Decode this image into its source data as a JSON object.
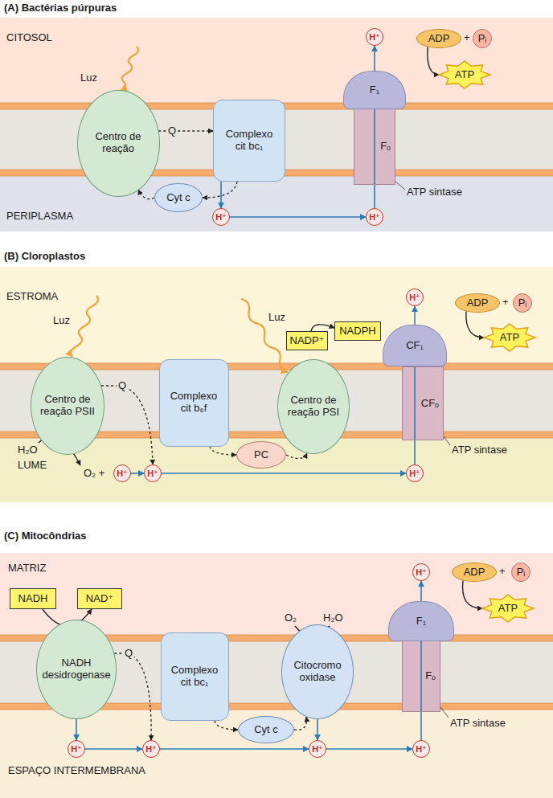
{
  "diagram": {
    "nodes": [
      {
        "text": [
          "H⁺"
        ]
      },
      {
        "text": [
          "ADP"
        ]
      },
      {
        "text": [
          "Pᵢ"
        ]
      },
      {
        "text": [
          "ATP"
        ]
      },
      {
        "text": [
          "F₁"
        ]
      },
      {
        "text": [
          "Centro de reação"
        ]
      },
      {
        "text": [
          "Complexo cit bc₁"
        ]
      },
      {
        "text": [
          "Fₒ"
        ]
      },
      {
        "text": [
          "Cyt c"
        ]
      },
      {
        "text": [
          "H⁺"
        ]
      },
      {
        "text": [
          "H⁺"
        ]
      },
      {
        "text": [
          "H⁺"
        ]
      },
      {
        "text": [
          "ADP"
        ]
      },
      {
        "text": [
          "Pᵢ"
        ]
      },
      {
        "text": [
          "NADP⁺"
        ]
      },
      {
        "text": [
          "NADPH"
        ]
      },
      {
        "text": [
          "ATP"
        ]
      },
      {
        "text": [
          "CF₁"
        ]
      },
      {
        "text": [
          "Centro de reação PSII"
        ]
      },
      {
        "text": [
          "Complexo cit b₆f"
        ]
      },
      {
        "text": [
          "Centro de reação PSI"
        ]
      },
      {
        "text": [
          "CFₒ"
        ]
      },
      {
        "text": [
          "PC"
        ]
      },
      {
        "text": [
          "H⁺"
        ]
      },
      {
        "text": [
          "H⁺"
        ]
      },
      {
        "text": [
          "H⁺"
        ]
      },
      {
        "text": [
          "H⁺"
        ]
      },
      {
        "text": [
          "ADP"
        ]
      },
      {
        "text": [
          "Pᵢ"
        ]
      },
      {
        "text": [
          "NADH"
        ]
      },
      {
        "text": [
          "NAD⁺"
        ]
      },
      {
        "text": [
          "ATP"
        ]
      },
      {
        "text": [
          "F₁"
        ]
      },
      {
        "text": [
          "NADH desidrogenase"
        ]
      },
      {
        "text": [
          "Complexo cit bc₁"
        ]
      },
      {
        "text": [
          "Citocromo oxidase"
        ]
      },
      {
        "text": [
          "Fₒ"
        ]
      },
      {
        "text": [
          "Cyt c"
        ]
      },
      {
        "text": [
          "H⁺"
        ]
      },
      {
        "text": [
          "H⁺"
        ]
      },
      {
        "text": [
          "H⁺"
        ]
      },
      {
        "text": [
          "H⁺"
        ]
      }
    ],
    "edges": [
      {
        "from": 5,
        "to": 6,
        "label": "Q",
        "arrow": "to"
      },
      {
        "from": 6,
        "to": 8,
        "arrow": "to"
      },
      {
        "from": 8,
        "to": 5,
        "arrow": "to"
      },
      {
        "from": 6,
        "to": 9,
        "arrow": "to"
      },
      {
        "from": 9,
        "to": 10,
        "arrow": "to"
      },
      {
        "from": 10,
        "to": 7,
        "arrow": "none"
      },
      {
        "from": 4,
        "to": 0,
        "arrow": "to"
      },
      {
        "from": 1,
        "to": 3,
        "arrow": "to"
      },
      {
        "from": 18,
        "to": 24,
        "label": "Q",
        "arrow": "to"
      },
      {
        "from": 19,
        "to": 22,
        "arrow": "to"
      },
      {
        "from": 22,
        "to": 20,
        "arrow": "to"
      },
      {
        "from": 23,
        "to": 24,
        "arrow": "to"
      },
      {
        "from": 24,
        "to": 25,
        "arrow": "to"
      },
      {
        "from": 25,
        "to": 21,
        "arrow": "none"
      },
      {
        "from": 17,
        "to": 11,
        "arrow": "to"
      },
      {
        "from": 14,
        "to": 15,
        "arrow": "to"
      },
      {
        "from": 12,
        "to": 16,
        "arrow": "to"
      },
      {
        "from": 29,
        "to": 30,
        "arrow": "to"
      },
      {
        "from": 33,
        "to": 38,
        "arrow": "to"
      },
      {
        "from": 33,
        "to": 39,
        "label": "Q",
        "arrow": "to"
      },
      {
        "from": 34,
        "to": 37,
        "arrow": "to"
      },
      {
        "from": 37,
        "to": 35,
        "arrow": "to"
      },
      {
        "from": 35,
        "to": 40,
        "arrow": "to"
      },
      {
        "from": 38,
        "to": 39,
        "arrow": "to"
      },
      {
        "from": 39,
        "to": 40,
        "arrow": "to"
      },
      {
        "from": 40,
        "to": 41,
        "arrow": "to"
      },
      {
        "from": 41,
        "to": 36,
        "arrow": "none"
      },
      {
        "from": 32,
        "to": 26,
        "arrow": "to"
      },
      {
        "from": 27,
        "to": 31,
        "arrow": "to"
      }
    ],
    "labels": [
      "(A) Bactérias púrpuras",
      "CITOSOL",
      "Luz",
      "+",
      "PERIPLASMA",
      "ATP sintase",
      "(B) Cloroplastos",
      "ESTROMA",
      "Luz",
      "Luz",
      "+",
      "H₂O",
      "O₂ +",
      "LUME",
      "ATP sintase",
      "(C) Mitocôndrias",
      "MATRIZ",
      "+",
      "O₂",
      "H₂O",
      "ATP sintase",
      "ESPAÇO INTERMEMBRANA"
    ]
  }
}
